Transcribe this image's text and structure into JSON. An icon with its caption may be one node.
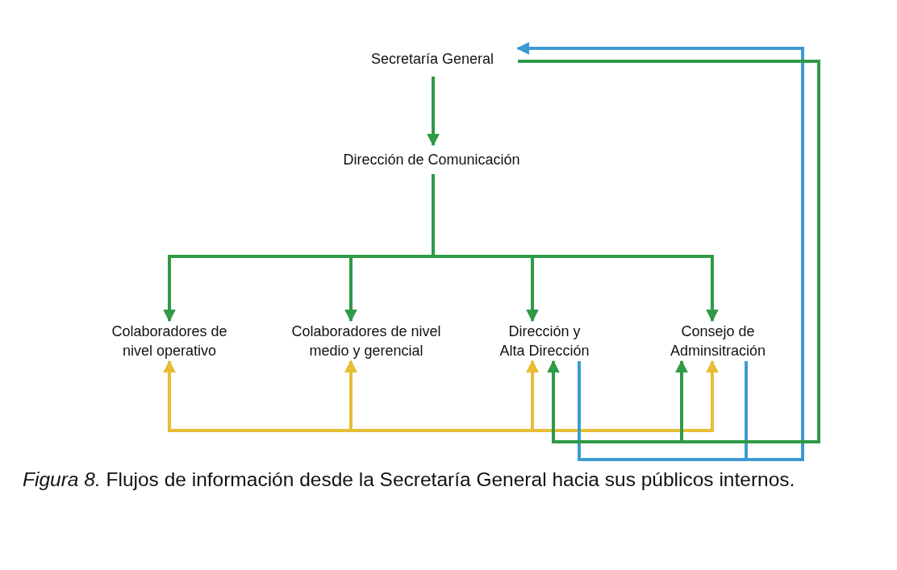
{
  "diagram": {
    "caption": "*Figura 8.* Flujos de información desde la Secretaría General hacia sus públicos internos.",
    "nodes": [
      {
        "text": [
          "Secretaría General"
        ]
      },
      {
        "text": [
          "Dirección de Comunicación"
        ]
      },
      {
        "text": [
          "Colaboradores de nivel operativo"
        ]
      },
      {
        "text": [
          "Colaboradores de nivel medio y gerencial"
        ]
      },
      {
        "text": [
          "Dirección y Alta Dirección"
        ]
      },
      {
        "text": [
          "Consejo de Adminsitración"
        ]
      }
    ],
    "edges": [
      {
        "from": 0,
        "to": 1,
        "arrow": "to"
      },
      {
        "from": 1,
        "to": 2,
        "arrow": "to"
      },
      {
        "from": 1,
        "to": 3,
        "arrow": "to"
      },
      {
        "from": 1,
        "to": 4,
        "arrow": "to"
      },
      {
        "from": 1,
        "to": 5,
        "arrow": "to"
      },
      {
        "from": 2,
        "to": 3,
        "arrow": "both",
        "color": "#e6bd34"
      },
      {
        "from": 3,
        "to": 4,
        "arrow": "both",
        "color": "#e6bd34"
      },
      {
        "from": 4,
        "to": 5,
        "arrow": "both",
        "color": "#e6bd34"
      },
      {
        "from": 4,
        "to": 0,
        "arrow": "to",
        "color": "#3d9bd4"
      },
      {
        "from": 5,
        "to": 0,
        "arrow": "to",
        "color": "#3d9bd4"
      },
      {
        "from": 0,
        "to": 4,
        "arrow": "to"
      },
      {
        "from": 0,
        "to": 5,
        "arrow": "to"
      }
    ]
  }
}
